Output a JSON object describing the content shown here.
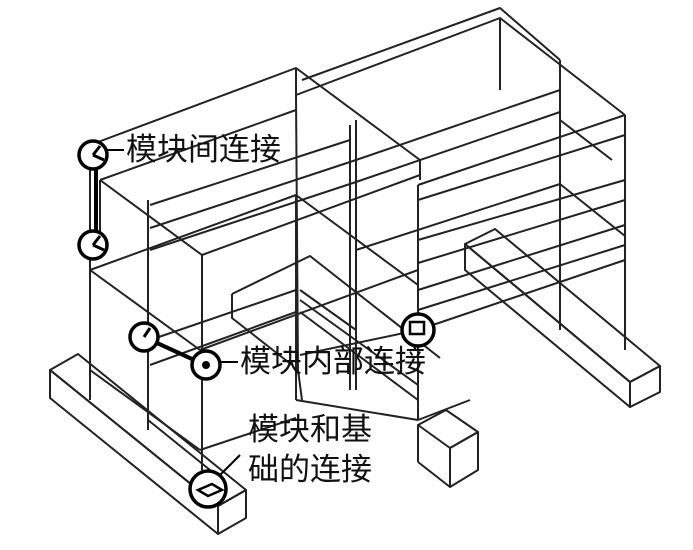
{
  "labels": {
    "inter_module": "模块间连接",
    "intra_module": "模块内部连接",
    "foundation_line1": "模块和基",
    "foundation_line2": "础的连接"
  }
}
